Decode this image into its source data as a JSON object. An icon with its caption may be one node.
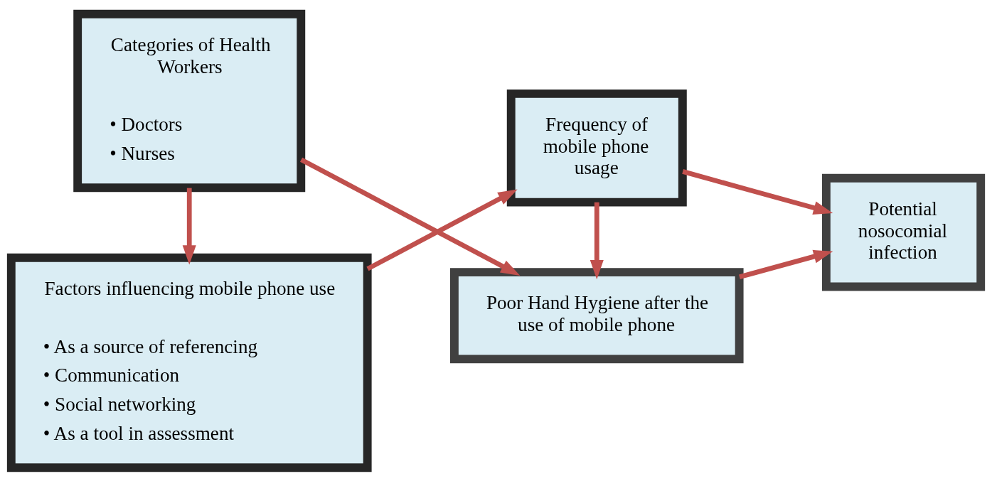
{
  "diagram": {
    "nodes": [
      {
        "text": [
          "Categories of Health Workers",
          "• Doctors",
          "• Nurses"
        ]
      },
      {
        "text": [
          "Poor Hand Hygiene after the use of mobile phone"
        ]
      },
      {
        "text": [
          "Factors influencing mobile phone use",
          "• As a source of referencing",
          "• Communication",
          "• Social networking",
          "• As a tool in assessment"
        ]
      },
      {
        "text": [
          "Frequency of mobile phone usage"
        ]
      },
      {
        "text": [
          "Potential nosocomial infection"
        ]
      }
    ],
    "edges": [
      {
        "from": 0,
        "to": 1,
        "arrow": "to"
      },
      {
        "from": 0,
        "to": 2,
        "arrow": "to"
      },
      {
        "from": 2,
        "to": 3,
        "arrow": "to"
      },
      {
        "from": 3,
        "to": 1,
        "arrow": "to"
      },
      {
        "from": 1,
        "to": 4,
        "arrow": "to"
      },
      {
        "from": 3,
        "to": 4,
        "arrow": "to"
      }
    ]
  }
}
